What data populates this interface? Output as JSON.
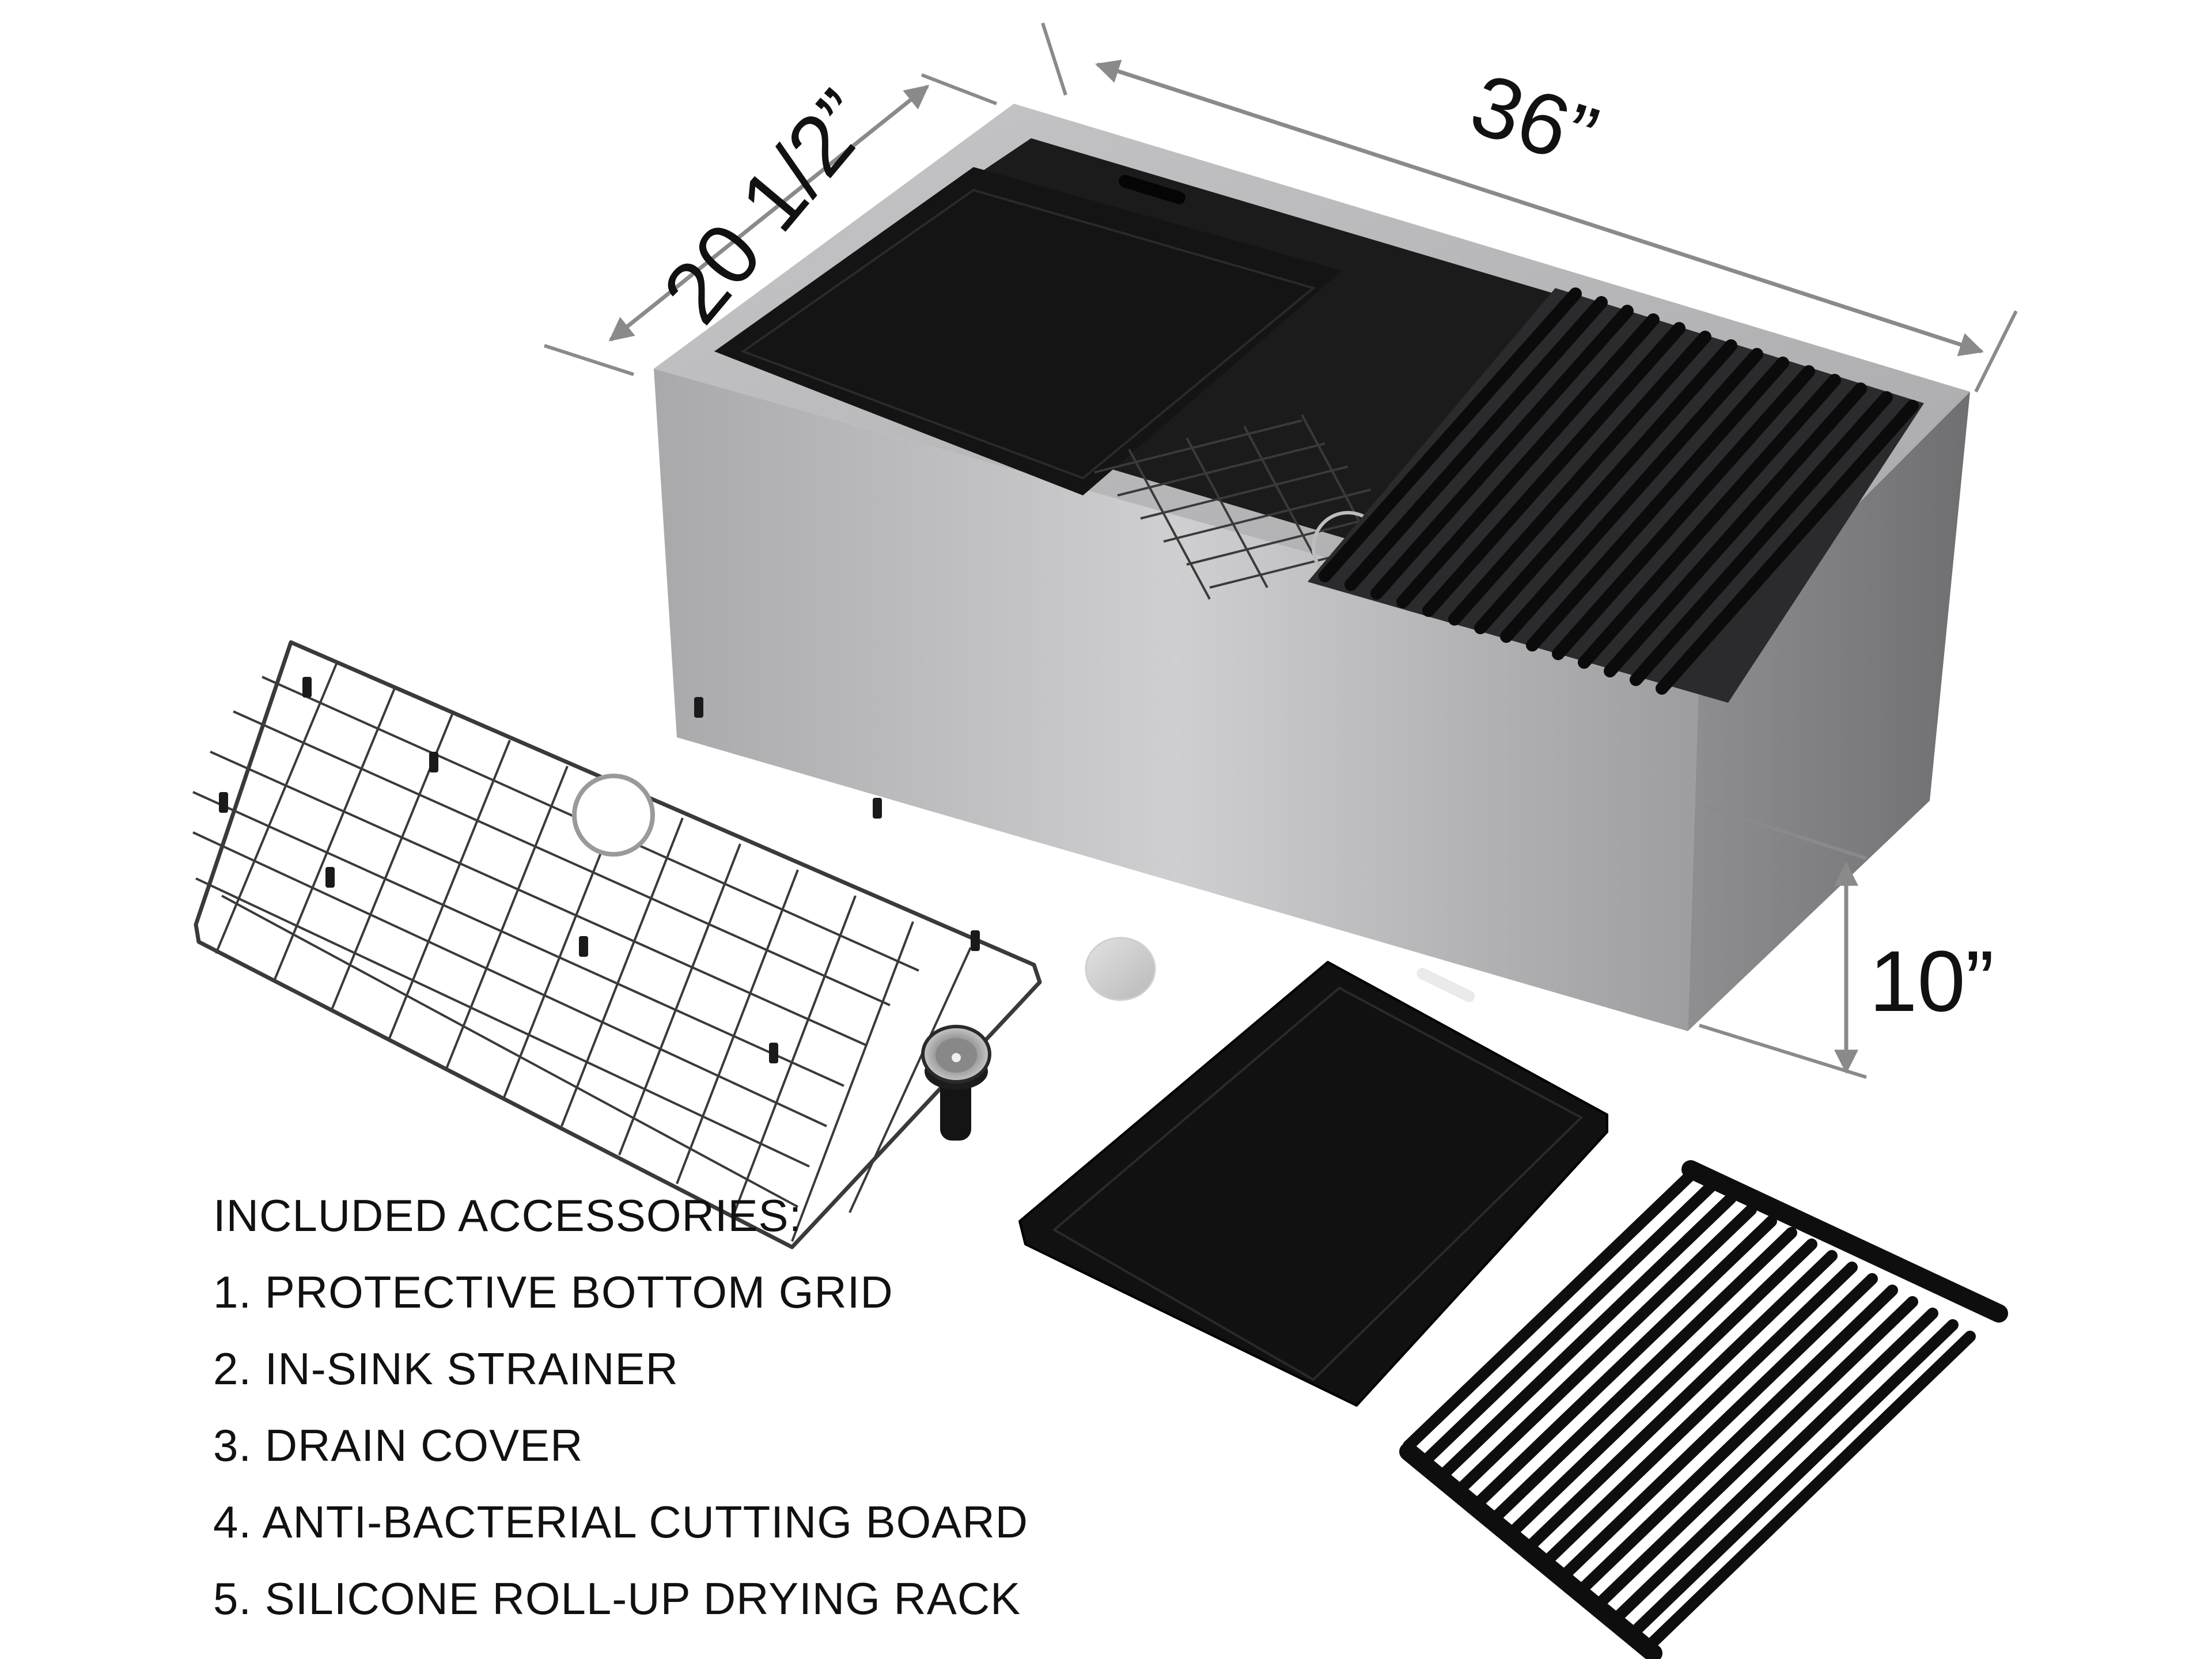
{
  "dimensions": {
    "width": "36”",
    "depth": "20 1/2”",
    "height": "10”"
  },
  "product": {
    "name": "farmhouse-sink",
    "finish_color": "#b4b4b6",
    "accessory_color": "#111111",
    "dimension_line_color": "#8a8a8a"
  },
  "accessories": {
    "title": "INCLUDED ACCESSORIES:",
    "items": [
      {
        "number": "1.",
        "label": "PROTECTIVE BOTTOM GRID"
      },
      {
        "number": "2.",
        "label": "IN-SINK STRAINER"
      },
      {
        "number": "3.",
        "label": "DRAIN COVER"
      },
      {
        "number": "4.",
        "label": "ANTI-BACTERIAL CUTTING BOARD"
      },
      {
        "number": "5.",
        "label": "SILICONE ROLL-UP DRYING RACK"
      }
    ]
  }
}
